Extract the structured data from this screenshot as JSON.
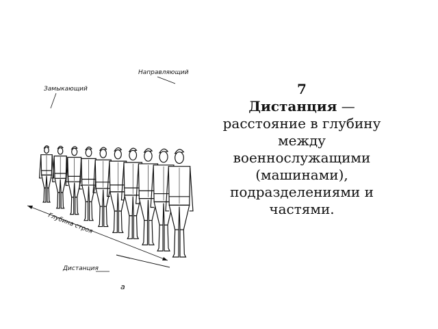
{
  "slide": {
    "number": "7",
    "term": "Дистанция",
    "dash": " —",
    "definition": "расстояние в глубину между военнослужащими (машинами), подразделениями и частями."
  },
  "illustration": {
    "label_leader": "Направляющий",
    "label_closer": "Замыкающий",
    "label_depth": "Глубина строя",
    "label_distance": "Дистанция",
    "label_letter": "а"
  }
}
